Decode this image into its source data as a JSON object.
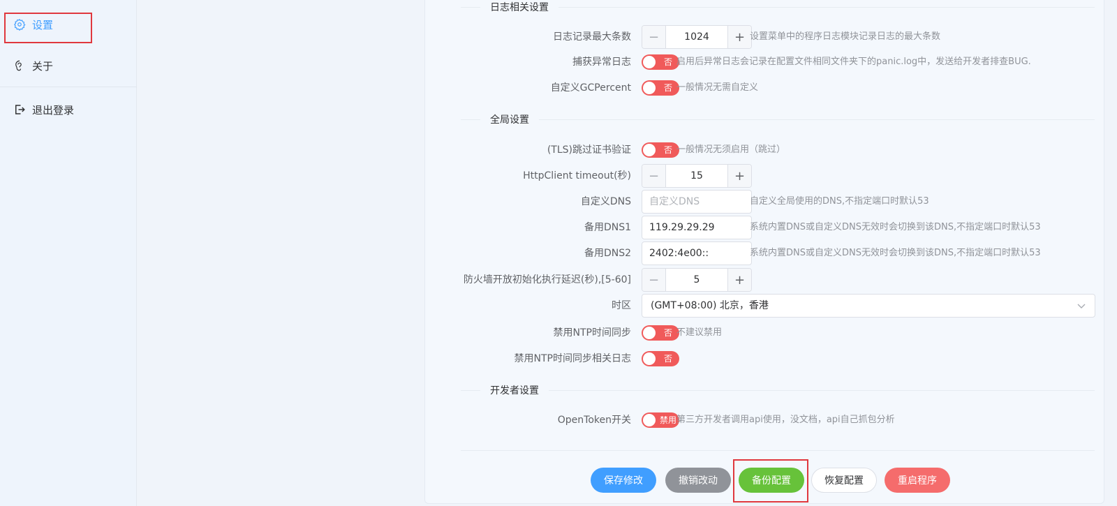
{
  "sidebar": {
    "items": [
      {
        "label": "设置",
        "icon": "gear-icon",
        "active": true
      },
      {
        "label": "关于",
        "icon": "info-icon",
        "active": false
      },
      {
        "label": "退出登录",
        "icon": "logout-icon",
        "active": false
      }
    ]
  },
  "sections": {
    "log": "日志相关设置",
    "global": "全局设置",
    "dev": "开发者设置"
  },
  "log_settings": {
    "max_entries": {
      "label": "日志记录最大条数",
      "value": "1024",
      "hint": "设置菜单中的程序日志模块记录日志的最大条数"
    },
    "capture_panic": {
      "label": "捕获异常日志",
      "state": "否",
      "hint": "启用后异常日志会记录在配置文件相同文件夹下的panic.log中，发送给开发者排查BUG."
    },
    "custom_gc": {
      "label": "自定义GCPercent",
      "state": "否",
      "hint": "一般情况无需自定义"
    }
  },
  "global_settings": {
    "tls_skip": {
      "label": "(TLS)跳过证书验证",
      "state": "否",
      "hint": "一般情况无须启用（跳过）"
    },
    "http_timeout": {
      "label": "HttpClient timeout(秒)",
      "value": "15"
    },
    "custom_dns": {
      "label": "自定义DNS",
      "placeholder": "自定义DNS",
      "value": "",
      "hint": "自定义全局使用的DNS,不指定端口时默认53"
    },
    "backup_dns1": {
      "label": "备用DNS1",
      "value": "119.29.29.29",
      "hint": "系统内置DNS或自定义DNS无效时会切换到该DNS,不指定端口时默认53"
    },
    "backup_dns2": {
      "label": "备用DNS2",
      "value": "2402:4e00::",
      "hint": "系统内置DNS或自定义DNS无效时会切换到该DNS,不指定端口时默认53"
    },
    "firewall_delay": {
      "label": "防火墙开放初始化执行延迟(秒),[5-60]",
      "value": "5"
    },
    "timezone": {
      "label": "时区",
      "value": "(GMT+08:00) 北京，香港"
    },
    "disable_ntp": {
      "label": "禁用NTP时间同步",
      "state": "否",
      "hint": "不建议禁用"
    },
    "disable_ntp_log": {
      "label": "禁用NTP时间同步相关日志",
      "state": "否"
    }
  },
  "dev_settings": {
    "open_token": {
      "label": "OpenToken开关",
      "state": "禁用",
      "hint": "第三方开发者调用api使用，没文档，api自己抓包分析"
    }
  },
  "buttons": {
    "save": "保存修改",
    "undo": "撤销改动",
    "backup": "备份配置",
    "restore": "恢复配置",
    "restart": "重启程序"
  },
  "colors": {
    "accent": "#409eff",
    "switch_off": "#f05a5a",
    "highlight_box": "#e0383e"
  }
}
